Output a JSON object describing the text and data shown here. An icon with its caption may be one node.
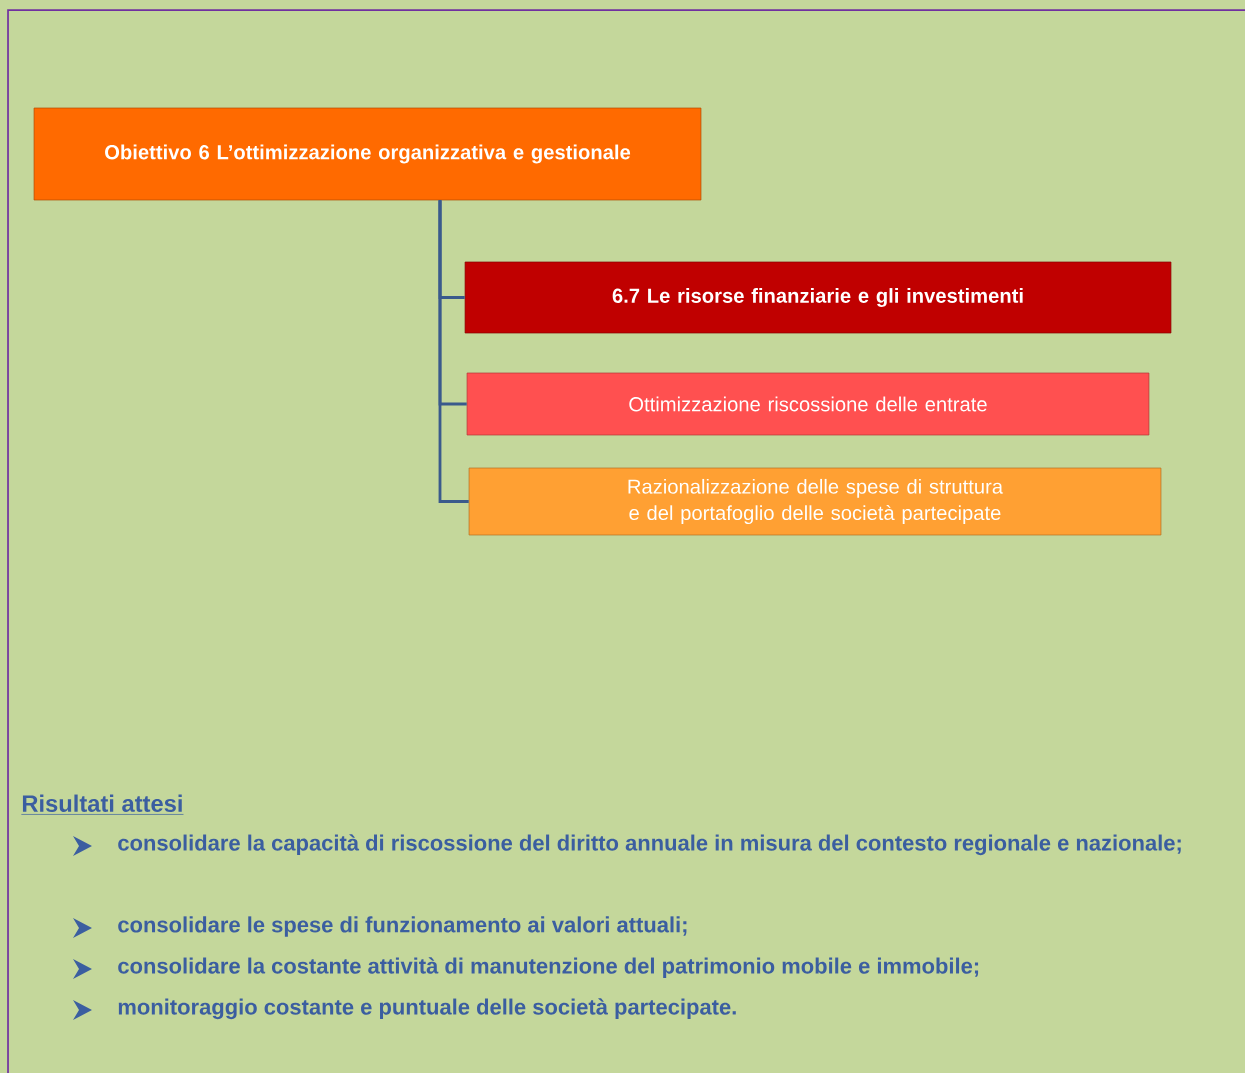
{
  "diagram": {
    "nodes": [
      {
        "text": [
          "Obiettivo  6 L’ottimizzazione organizzativa e gestionale"
        ]
      },
      {
        "text": [
          "6.7 Le risorse finanziarie e gli investimenti"
        ]
      },
      {
        "text": [
          "Ottimizzazione riscossione delle entrate"
        ]
      },
      {
        "text": [
          "Razionalizzazione delle spese di struttura e del portafoglio delle società partecipate"
        ]
      }
    ],
    "edges": [
      {
        "from": 0,
        "to": 1,
        "arrow": "none"
      },
      {
        "from": 0,
        "to": 2,
        "arrow": "none"
      },
      {
        "from": 0,
        "to": 3,
        "arrow": "none"
      }
    ],
    "labels": [
      "Risultati attesi",
      "consolidare la capacità di riscossione del diritto annuale in misura del contesto regionale e nazionale;",
      "consolidare le spese di funzionamento ai valori attuali;",
      "consolidare la costante attività di manutenzione del patrimonio mobile e immobile;",
      "monitoraggio costante e puntuale delle società partecipate."
    ]
  }
}
